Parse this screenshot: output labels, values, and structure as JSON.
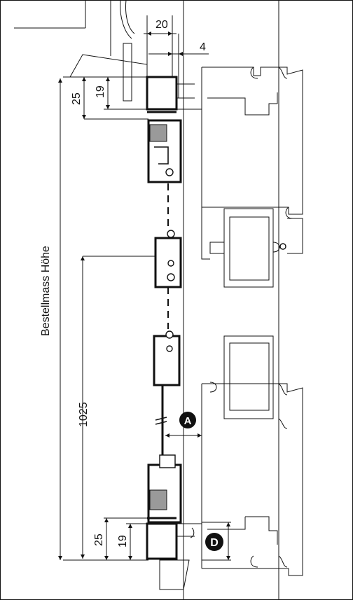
{
  "dimensions": {
    "top_width": "20",
    "top_gap": "4",
    "top_offset_outer": "25",
    "top_offset_inner": "19",
    "center_height": "1025",
    "bottom_offset_outer": "25",
    "bottom_offset_inner": "19"
  },
  "labels": {
    "overall_height": "Bestellmass Höhe",
    "marker_a": "A",
    "marker_d": "D"
  },
  "colors": {
    "line": "#111111",
    "marker_fill": "#111111",
    "background": "#ffffff"
  }
}
